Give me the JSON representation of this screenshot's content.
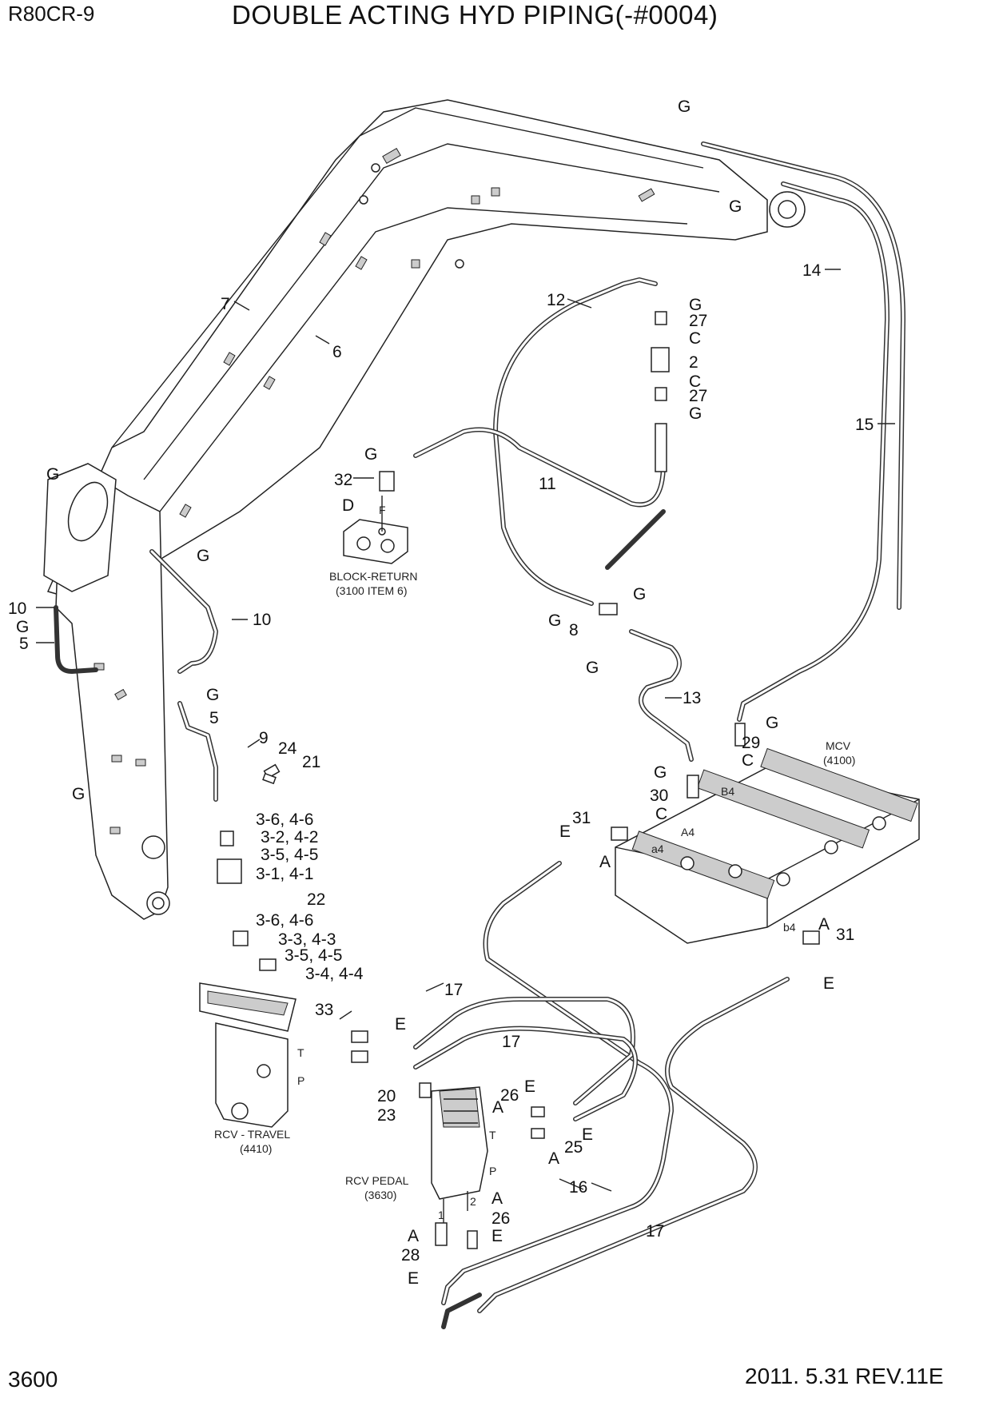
{
  "header": {
    "model": "R80CR-9",
    "title": "DOUBLE ACTING HYD PIPING(-#0004)"
  },
  "footer": {
    "page_number": "3600",
    "revision": "2011. 5.31  REV.11E"
  },
  "components": {
    "block_return": {
      "name": "BLOCK-RETURN",
      "ref": "(3100 ITEM 6)"
    },
    "mcv": {
      "name": "MCV",
      "ref": "(4100)"
    },
    "rcv_travel": {
      "name": "RCV - TRAVEL",
      "ref": "(4410)"
    },
    "rcv_pedal": {
      "name": "RCV PEDAL",
      "ref": "(3630)"
    }
  },
  "port_marks": {
    "F": "F",
    "B4": "B4",
    "A4": "A4",
    "a4": "a4",
    "b4": "b4",
    "T1": "T",
    "P1": "P",
    "T2": "T",
    "P2": "P",
    "n1": "1",
    "n2": "2"
  },
  "callouts": [
    "G",
    "G",
    "G",
    "G",
    "G",
    "G",
    "G",
    "G",
    "G",
    "G",
    "G",
    "G",
    "G",
    "G",
    "G",
    "7",
    "6",
    "12",
    "27",
    "C",
    "2",
    "C",
    "27",
    "14",
    "15",
    "32",
    "D",
    "11",
    "10",
    "5",
    "10",
    "8",
    "5",
    "13",
    "9",
    "24",
    "21",
    "29",
    "C",
    "30",
    "C",
    "3-6, 4-6",
    "3-2, 4-2",
    "3-5, 4-5",
    "3-1, 4-1",
    "22",
    "3-6, 4-6",
    "3-3, 4-3",
    "3-5, 4-5",
    "3-4, 4-4",
    "31",
    "E",
    "A",
    "A",
    "31",
    "E",
    "17",
    "33",
    "E",
    "17",
    "20",
    "23",
    "26",
    "E",
    "A",
    "E",
    "25",
    "A",
    "16",
    "A",
    "26",
    "E",
    "17",
    "A",
    "28",
    "E"
  ]
}
